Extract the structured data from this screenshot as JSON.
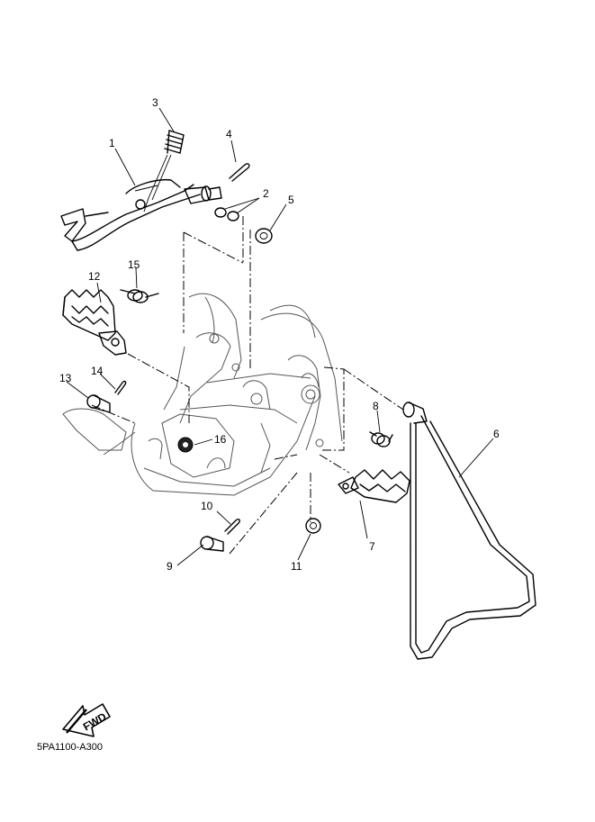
{
  "diagram_code": "5PA1100-A300",
  "fwd_label": "FWD",
  "callouts": {
    "c1": "1",
    "c2": "2",
    "c3": "3",
    "c4": "4",
    "c5": "5",
    "c6": "6",
    "c7": "7",
    "c8": "8",
    "c9": "9",
    "c10": "10",
    "c11": "11",
    "c12": "12",
    "c13": "13",
    "c14": "14",
    "c15": "15",
    "c16": "16"
  },
  "icons": {
    "fwd": "fwd-arrow-icon"
  }
}
